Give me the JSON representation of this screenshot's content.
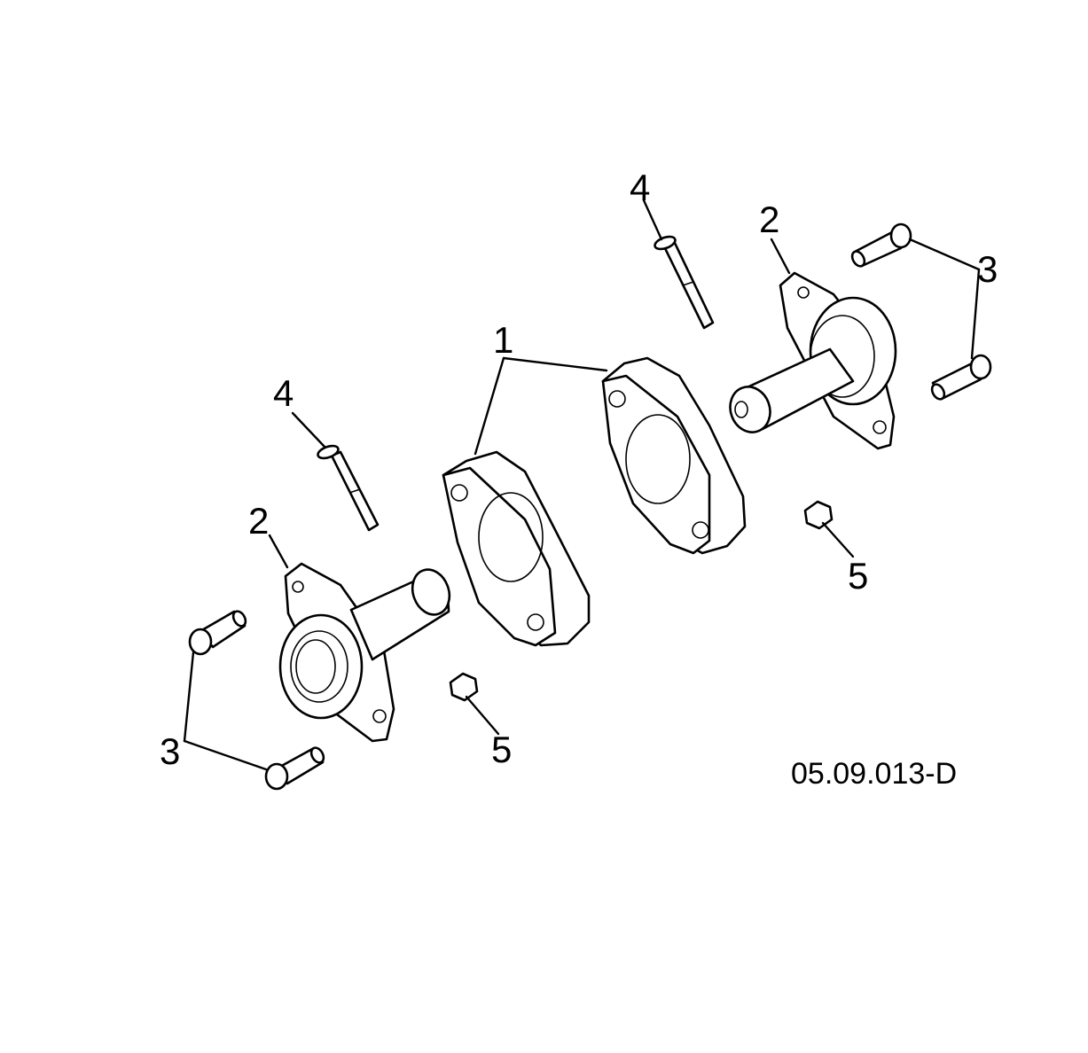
{
  "callouts": {
    "c1": "1",
    "c2_left": "2",
    "c2_right": "2",
    "c3_left": "3",
    "c3_right": "3",
    "c4_left": "4",
    "c4_right": "4",
    "c5_left": "5",
    "c5_right": "5"
  },
  "figure_code": "05.09.013-D"
}
